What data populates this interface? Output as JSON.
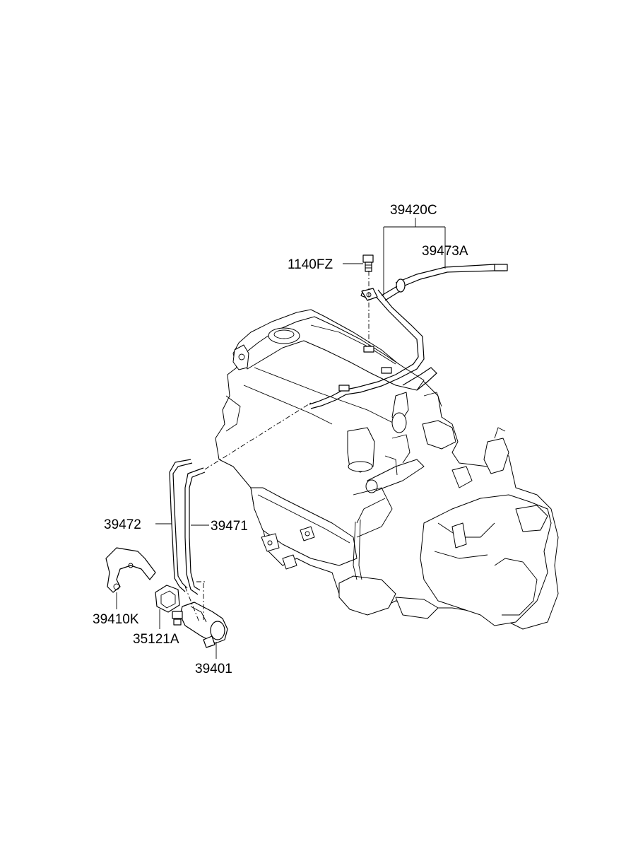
{
  "labels": {
    "p39420C": "39420C",
    "p39473A": "39473A",
    "p1140FZ": "1140FZ",
    "p39472": "39472",
    "p39471": "39471",
    "p39410K": "39410K",
    "p35121A": "35121A",
    "p39401": "39401"
  }
}
